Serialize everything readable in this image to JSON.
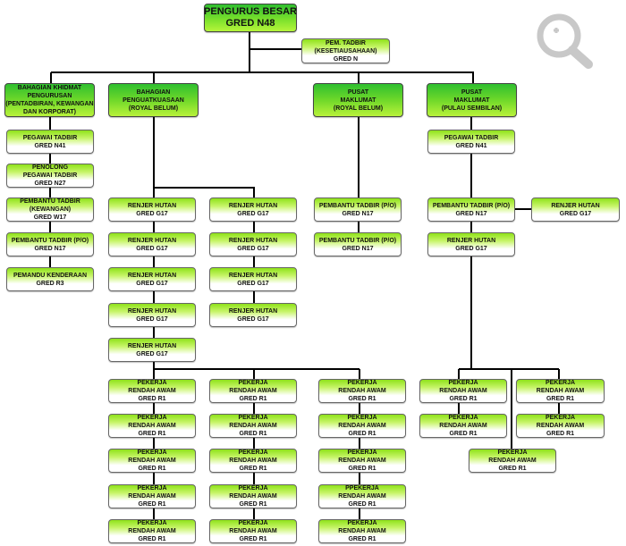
{
  "root": {
    "lines": [
      "PENGURUS BESAR",
      "GRED N48"
    ]
  },
  "pem_tadbir": {
    "lines": [
      "PEM. TADBIR",
      "(KESETIAUSAHAAN)",
      "GRED N"
    ]
  },
  "divisions": [
    {
      "lines": [
        "BAHAGIAN KHIDMAT",
        "PENGURUSAN",
        "(PENTADBIRAN, KEWANGAN",
        "DAN KORPORAT)"
      ]
    },
    {
      "lines": [
        "BAHAGIAN",
        "PENGUATKUASAAN",
        "(ROYAL BELUM)"
      ]
    },
    {
      "lines": [
        "PUSAT",
        "MAKLUMAT",
        "(ROYAL BELUM)"
      ]
    },
    {
      "lines": [
        "PUSAT",
        "MAKLUMAT",
        "(PULAU SEMBILAN)"
      ]
    }
  ],
  "khidmat_staff": [
    {
      "lines": [
        "PEGAWAI TADBIR",
        "GRED N41"
      ]
    },
    {
      "lines": [
        "PENOLONG",
        "PEGAWAI TADBIR",
        "GRED N27"
      ]
    },
    {
      "lines": [
        "PEMBANTU TADBIR",
        "(KEWANGAN)",
        "GRED W17"
      ]
    },
    {
      "lines": [
        "PEMBANTU TADBIR (P/O)",
        "GRED N17"
      ]
    },
    {
      "lines": [
        "PEMANDU KENDERAAN",
        "GRED R3"
      ]
    }
  ],
  "renjer": {
    "lines": [
      "RENJER HUTAN",
      "GRED G17"
    ]
  },
  "pekerja": {
    "lines": [
      "PEKERJA",
      "RENDAH AWAM",
      "GRED R1"
    ]
  },
  "pekerja_alt": {
    "lines": [
      "PPEKERJA",
      "RENDAH AWAM",
      "GRED R1"
    ]
  },
  "pembantu_po": {
    "lines": [
      "PEMBANTU TADBIR (P/O)",
      "GRED N17"
    ]
  },
  "pegawai_n41": {
    "lines": [
      "PEGAWAI TADBIR",
      "GRED N41"
    ]
  },
  "colors": {
    "head_green": "#2fbf2f",
    "lime": "#b8f23a",
    "line": "#000000",
    "icon_grey": "#c8c8c8"
  }
}
